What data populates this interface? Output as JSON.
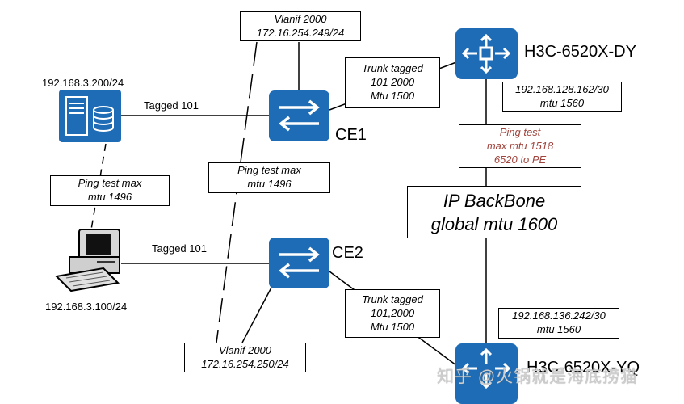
{
  "server": {
    "ip": "192.168.3.200/24"
  },
  "pc": {
    "ip": "192.168.3.100/24"
  },
  "ce1": {
    "name": "CE1"
  },
  "ce2": {
    "name": "CE2"
  },
  "dy": {
    "name": "H3C-6520X-DY"
  },
  "yq": {
    "name": "H3C-6520X-YQ"
  },
  "links": {
    "server_ce1": "Tagged 101",
    "pc_ce2": "Tagged 101"
  },
  "notes": {
    "vlanif_top": [
      "Vlanif 2000",
      "172.16.254.249/24"
    ],
    "trunk_top": [
      "Trunk tagged",
      "101 2000",
      "Mtu 1500"
    ],
    "dy_ip": [
      "192.168.128.162/30",
      "mtu 1560"
    ],
    "ping_pe": [
      "Ping test",
      "max mtu 1518",
      "6520 to PE"
    ],
    "backbone": [
      "IP BackBone",
      "global mtu 1600"
    ],
    "ping_left": [
      "Ping test max",
      "mtu 1496"
    ],
    "ping_mid": [
      "Ping test max",
      "mtu 1496"
    ],
    "trunk_bottom": [
      "Trunk tagged",
      "101,2000",
      "Mtu 1500"
    ],
    "yq_ip": [
      "192.168.136.242/30",
      "mtu 1560"
    ],
    "vlanif_bottom": [
      "Vlanif 2000",
      "172.16.254.250/24"
    ]
  },
  "watermark": "知乎 @火锅就是海底捞猫",
  "colors": {
    "device_blue": "#1e6cb5",
    "ping_text": "#a0443d"
  },
  "icons": {
    "server": "server-icon",
    "pc": "computer-icon",
    "switch": "switch-icon",
    "router": "router-icon"
  }
}
